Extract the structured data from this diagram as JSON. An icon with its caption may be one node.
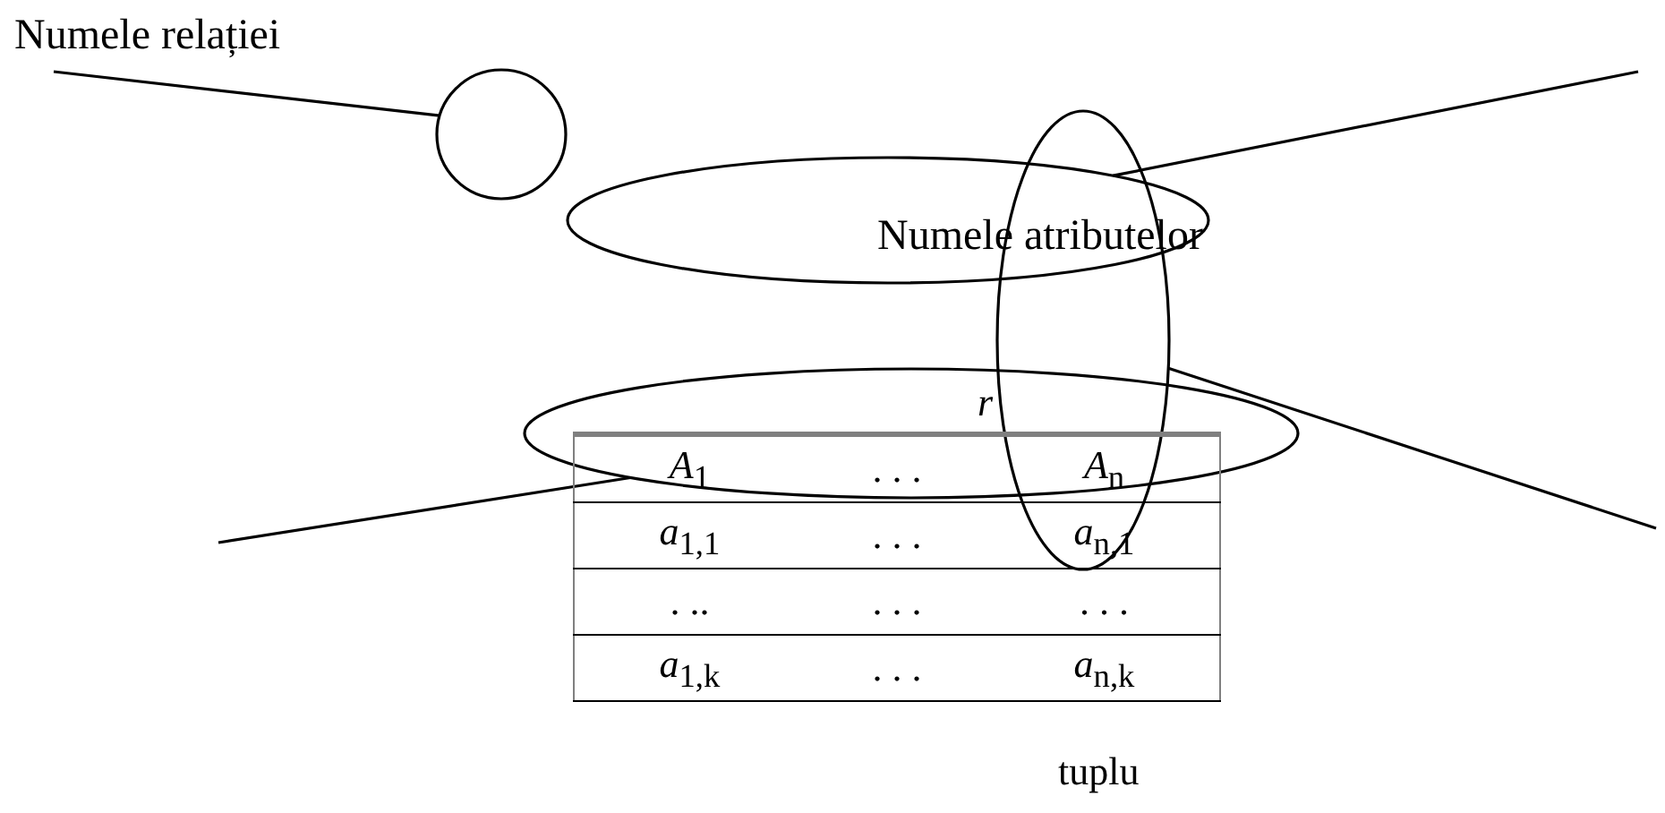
{
  "diagram": {
    "nodes": [
      {
        "text": [
          "Numele relației"
        ]
      },
      {
        "text": [],
        "shape": "circle"
      },
      {
        "text": [],
        "shape": "ellipse"
      },
      {
        "text": [],
        "shape": "ellipse"
      },
      {
        "text": [],
        "shape": "ellipse"
      }
    ],
    "edges": [
      {
        "from": 0,
        "to": 1,
        "arrow": "none"
      },
      {
        "from": null,
        "to": 2,
        "arrow": "none"
      },
      {
        "from": null,
        "to": 3,
        "arrow": "none"
      },
      {
        "from": null,
        "to": 4,
        "arrow": "none"
      }
    ],
    "labels": [
      "Numele atributelor",
      "r",
      "*A*$_{1}$",
      ". . .",
      "*A*$_{n}$",
      "*a*$_{1,1}$",
      ". . .",
      "*a*$_{n,1}$",
      ". ..",
      ". . .",
      ". . .",
      "*a*$_{1,k}$",
      ". . .",
      "*a*$_{n,k}$",
      "tuplu"
    ]
  }
}
